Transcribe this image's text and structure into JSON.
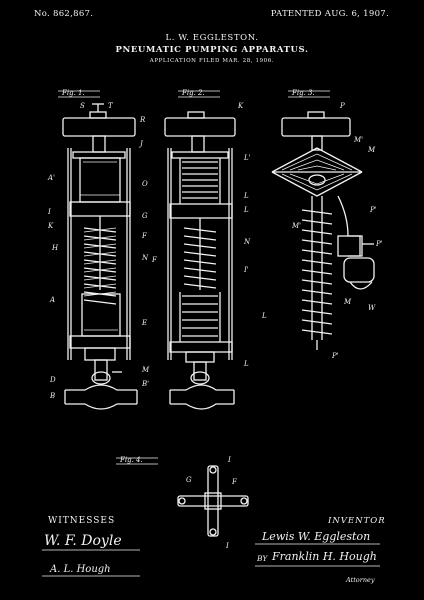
{
  "header": {
    "patent_number": "No. 862,867.",
    "patent_date": "PATENTED AUG. 6, 1907.",
    "inventor": "L. W. EGGLESTON.",
    "title": "PNEUMATIC PUMPING APPARATUS.",
    "filed": "APPLICATION FILED MAR. 28, 1906."
  },
  "figures": {
    "fig1": "Fig. 1.",
    "fig2": "Fig. 2.",
    "fig3": "Fig. 3.",
    "fig4": "Fig. 4."
  },
  "labels": {
    "f1": [
      "S",
      "T",
      "R",
      "J",
      "A'",
      "O",
      "I",
      "K",
      "G",
      "H",
      "F",
      "N",
      "A",
      "E",
      "D",
      "B",
      "M",
      "B'"
    ],
    "f2": [
      "K",
      "L'",
      "L",
      "L",
      "F",
      "N",
      "I'",
      "L",
      "L"
    ],
    "f3": [
      "P",
      "M'",
      "M",
      "M'",
      "P'",
      "P'",
      "M",
      "W",
      "P'"
    ],
    "f4": [
      "I",
      "G",
      "F",
      "I"
    ]
  },
  "signatures": {
    "witnesses_label": "WITNESSES",
    "inventor_label": "INVENTOR",
    "by_label": "BY",
    "attorney_label": "Attorney",
    "inventor_signature": "Lewis W. Eggleston",
    "attorney_signature": "Franklin H. Hough",
    "witness1_signature": "W. F. Doyle",
    "witness2_signature": "A. L. Hough"
  }
}
